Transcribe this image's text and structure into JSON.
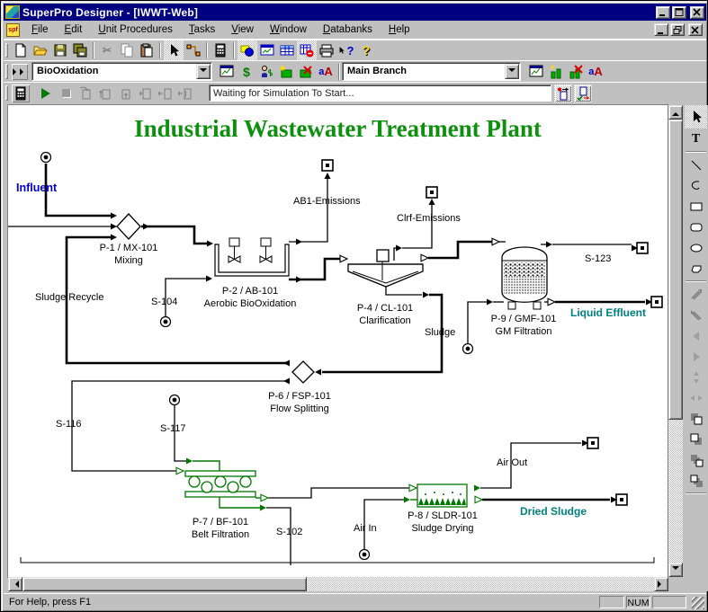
{
  "window": {
    "title": "SuperPro Designer - [IWWT-Web]"
  },
  "menu": {
    "items": [
      "File",
      "Edit",
      "Unit Procedures",
      "Tasks",
      "View",
      "Window",
      "Databanks",
      "Help"
    ]
  },
  "glyphs": {
    "text_tool": "T",
    "question": "?",
    "dollar": "$",
    "font_lower": "a",
    "font_upper": "A",
    "scissors": "✂",
    "doc_icon": "spf"
  },
  "toolbars": {
    "standard": [
      "new",
      "open",
      "save",
      "save-all",
      "cut",
      "copy",
      "paste",
      "select-mode",
      "connect-mode",
      "calculator",
      "flowsheet-elements",
      "process-explorer",
      "stream-summary-table",
      "remove-from-databank",
      "print",
      "context-help",
      "help"
    ],
    "section": {
      "procedure_name": "BioOxidation",
      "icons": [
        "toggle-section-toolbar",
        "section-properties",
        "section-cost",
        "section-economics",
        "add-section",
        "delete-section",
        "section-font"
      ]
    },
    "branch": {
      "branch_name": "Main Branch",
      "icons": [
        "branch-properties",
        "add-branch",
        "delete-branch",
        "branch-font"
      ]
    },
    "simulation": {
      "status_text": "Waiting for Simulation To Start...",
      "icons": [
        "solve",
        "start-simulation",
        "stop-simulation",
        "step-over",
        "step-into",
        "step-out",
        "run-to-cursor",
        "skip-forward",
        "skip-to-end",
        "interactive-solve-toggle",
        "auto-solve-toggle"
      ]
    }
  },
  "palette": [
    "select-tool",
    "text-tool",
    "line-tool",
    "freeform-tool",
    "rectangle-tool",
    "rounded-rectangle-tool",
    "ellipse-tool",
    "polygon-tool",
    "format-painter",
    "format-painter-alt",
    "nudge-left",
    "nudge-right",
    "flip-vertical",
    "flip-horizontal",
    "bring-to-front",
    "send-to-back",
    "bring-forward",
    "send-backward"
  ],
  "canvas": {
    "title": "Industrial Wastewater Treatment Plant",
    "units": [
      {
        "line1": "P-1 / MX-101",
        "line2": "Mixing"
      },
      {
        "line1": "P-2 / AB-101",
        "line2": "Aerobic BioOxidation"
      },
      {
        "line1": "P-4 / CL-101",
        "line2": "Clarification"
      },
      {
        "line1": "P-9 / GMF-101",
        "line2": "GM Filtration"
      },
      {
        "line1": "P-6 / FSP-101",
        "line2": "Flow Splitting"
      },
      {
        "line1": "P-7 / BF-101",
        "line2": "Belt Filtration"
      },
      {
        "line1": "P-8 / SLDR-101",
        "line2": "Sludge Drying"
      }
    ],
    "streams": {
      "influent": "Influent",
      "ab1_emissions": "AB1-Emissions",
      "clrf_emissions": "Clrf-Emissions",
      "s104": "S-104",
      "sludge_recycle": "Sludge Recycle",
      "sludge": "Sludge",
      "s123": "S-123",
      "liquid_effluent": "Liquid Effluent",
      "s116": "S-116",
      "s117": "S-117",
      "s102": "S-102",
      "air_in": "Air In",
      "air_out": "Air Out",
      "dried_sludge": "Dried Sludge"
    },
    "colors": {
      "title_green": "#0e8f0e",
      "influent_blue": "#0000cd",
      "effluent_teal": "#008080",
      "unit_green": "#007700"
    }
  },
  "statusbar": {
    "message": "For Help, press F1",
    "num": "NUM"
  }
}
